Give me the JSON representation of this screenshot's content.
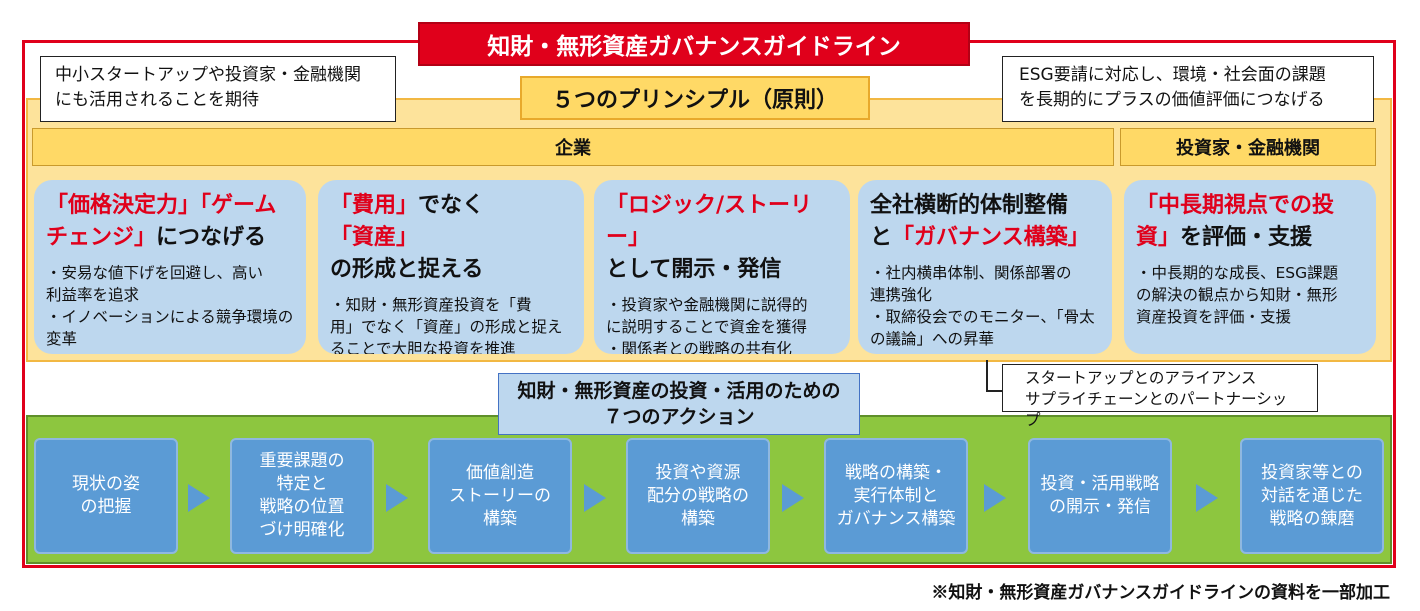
{
  "title": "知財・無形資産ガバナンスガイドライン",
  "notes": {
    "left_line1": "中小スタートアップや投資家・金融機関",
    "left_line2": "にも活用されることを期待",
    "right_line1": "ESG要請に対応し、環境・社会面の課題",
    "right_line2": "を長期的にプラスの価値評価につなげる"
  },
  "principles_title": "５つのプリンシプル（原則）",
  "bands": {
    "company": "企業",
    "investor": "投資家・金融機関"
  },
  "principles": [
    {
      "head_a_red": "「価格決定力」「ゲーム",
      "head_b_red": "チェンジ」",
      "head_b_black": "につなげる",
      "bullets": [
        "・安易な値下げを回避し、高い",
        "利益率を追求",
        "・イノベーションによる競争環境の",
        "変革"
      ]
    },
    {
      "head_a_red1": "「費用」",
      "head_a_black": "でなく",
      "head_a_red2": "「資産」",
      "head_b_black": "の形成と捉える",
      "bullets": [
        "・知財・無形資産投資を「費",
        "用」でなく「資産」の形成と捉え",
        "ることで大胆な投資を推進"
      ]
    },
    {
      "head_a_red": "「ロジック/ストーリー」",
      "head_b_black": "として開示・発信",
      "bullets": [
        "・投資家や金融機関に説得的",
        "に説明することで資金を獲得",
        "・関係者との戦略の共有化"
      ]
    },
    {
      "head_a_black": "全社横断的体制整備",
      "head_b_black": "と",
      "head_b_red": "「ガバナンス構築」",
      "bullets": [
        "・社内横串体制、関係部署の",
        "連携強化",
        "・取締役会でのモニター、「骨太",
        "の議論」への昇華"
      ]
    },
    {
      "head_a_red": "「中長期視点での投",
      "head_b_red": "資」",
      "head_b_black": "を評価・支援",
      "bullets": [
        "・中長期的な成長、ESG課題",
        "の解決の観点から知財・無形",
        "資産投資を評価・支援"
      ]
    }
  ],
  "partner_box": {
    "line1": "スタートアップとのアライアンス",
    "line2": "サプライチェーンとのパートナーシップ"
  },
  "actions_title": {
    "line1": "知財・無形資産の投資・活用のための",
    "line2": "７つのアクション"
  },
  "actions": [
    [
      "現状の姿",
      "の把握"
    ],
    [
      "重要課題の",
      "特定と",
      "戦略の位置",
      "づけ明確化"
    ],
    [
      "価値創造",
      "ストーリーの",
      "構築"
    ],
    [
      "投資や資源",
      "配分の戦略の",
      "構築"
    ],
    [
      "戦略の構築・",
      "実行体制と",
      "ガバナンス構築"
    ],
    [
      "投資・活用戦略",
      "の開示・発信"
    ],
    [
      "投資家等との",
      "対話を通じた",
      "戦略の錬磨"
    ]
  ],
  "footnote": "※知財・無形資産ガバナンスガイドラインの資料を一部加工",
  "colors": {
    "accent_red": "#e0001b",
    "panel_yellow": "#fde39b",
    "band_yellow": "#ffd966",
    "card_blue": "#bdd7ee",
    "step_blue": "#5b9bd5",
    "panel_green": "#8dc63f"
  }
}
